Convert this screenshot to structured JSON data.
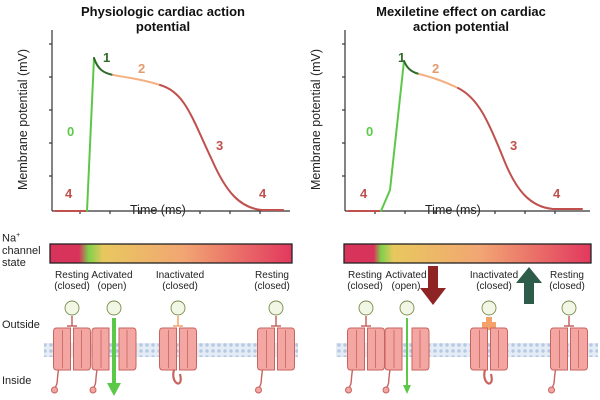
{
  "panel_left": {
    "title_line1": "Physiologic cardiac action",
    "title_line2": "potential",
    "y_label": "Membrane potential (mV)",
    "x_label": "Time (ms)",
    "phases": [
      "0",
      "1",
      "2",
      "3",
      "4",
      "4"
    ]
  },
  "panel_right": {
    "title_line1": "Mexiletine effect on cardiac",
    "title_line2": "action potential",
    "y_label": "Membrane potential (mV)",
    "x_label": "Time (ms)",
    "phases": [
      "0",
      "1",
      "2",
      "3",
      "4",
      "4"
    ]
  },
  "na_channel_label": {
    "line1": "Na",
    "sup": "+",
    "line2": "channel",
    "line3": "state"
  },
  "states": {
    "resting": [
      "Resting",
      "(closed)"
    ],
    "activated": [
      "Activated",
      "(open)"
    ],
    "inactivated": [
      "Inactivated",
      "(closed)"
    ]
  },
  "side_labels": {
    "outside": "Outside",
    "inside": "Inside"
  },
  "ion": {
    "symbol": "Na",
    "sup": "+"
  },
  "colors": {
    "green": "#5cc84a",
    "dark_green": "#2e6b2a",
    "peach": "#f4b082",
    "dark_red": "#c0504d",
    "bar_red": "#d8335a",
    "arrow_down": "#8e2424",
    "arrow_up": "#2e5c4a",
    "channel_fill": "#f4a6a3",
    "channel_stroke": "#c7645f",
    "membrane": "#c9d7ea"
  }
}
